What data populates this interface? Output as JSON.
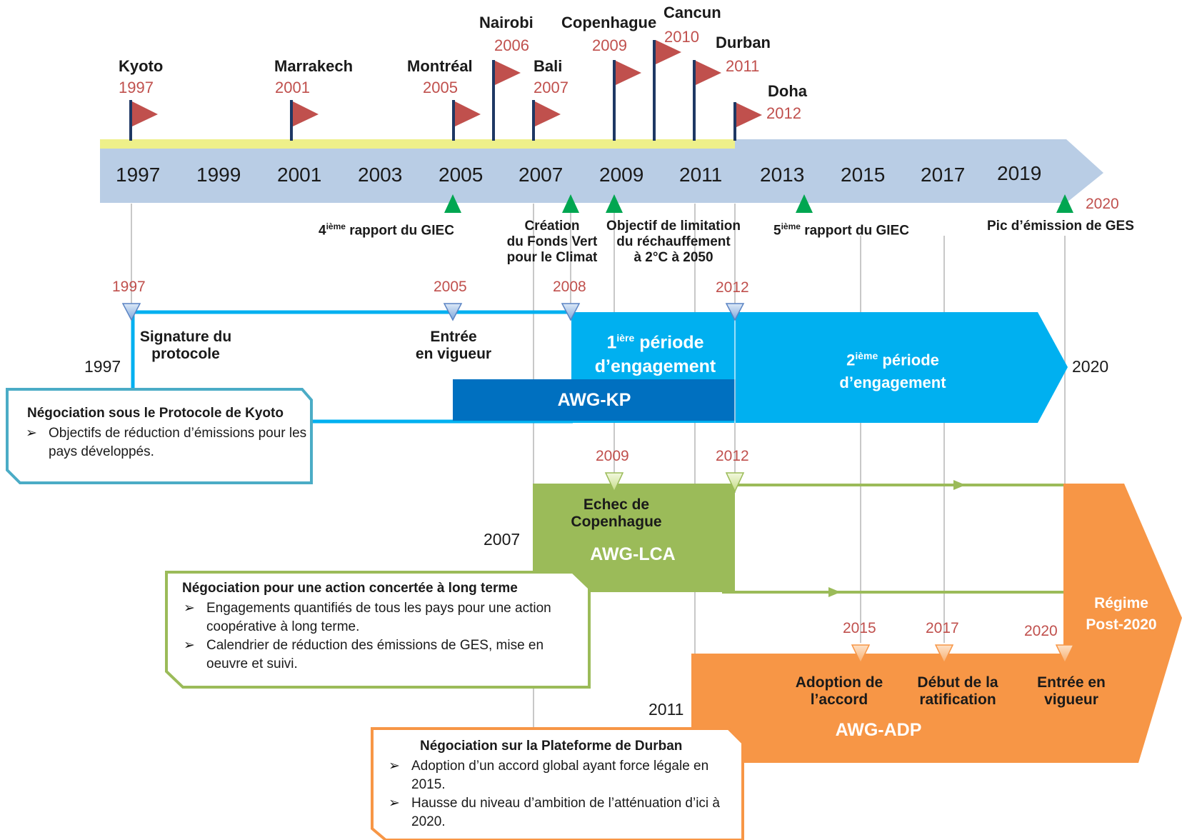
{
  "top_flags": [
    {
      "city": "Kyoto",
      "year": "1997"
    },
    {
      "city": "Marrakech",
      "year": "2001"
    },
    {
      "city": "Montréal",
      "year": "2005"
    },
    {
      "city": "Nairobi",
      "year": "2006"
    },
    {
      "city": "Bali",
      "year": "2007"
    },
    {
      "city": "Copenhague",
      "year": "2009"
    },
    {
      "city": "Cancun",
      "year": "2010"
    },
    {
      "city": "Durban",
      "year": "2011"
    },
    {
      "city": "Doha",
      "year": "2012"
    }
  ],
  "axis_years": [
    "1997",
    "1999",
    "2001",
    "2003",
    "2005",
    "2007",
    "2009",
    "2011",
    "2013",
    "2015",
    "2017",
    "2019"
  ],
  "events": {
    "giec4": {
      "prefix": "4",
      "sup": "ième",
      "rest": " rapport du GIEC"
    },
    "fonds_vert": [
      "Création",
      "du Fonds Vert",
      "pour le Climat"
    ],
    "objectif": [
      "Objectif de limitation",
      "du réchauffement",
      "à 2°C à 2050"
    ],
    "giec5": {
      "prefix": "5",
      "sup": "ième",
      "rest": " rapport du GIEC"
    },
    "pic": {
      "year": "2020",
      "label": "Pic d’émission de GES"
    }
  },
  "kyoto": {
    "marker_years": [
      "1997",
      "2005",
      "2008",
      "2012"
    ],
    "signature": [
      "Signature du",
      "protocole"
    ],
    "entree": [
      "Entrée",
      "en vigueur"
    ],
    "period1": {
      "prefix": "1",
      "sup": "ière",
      "line1_rest": " période",
      "line2": "d’engagement"
    },
    "period2": {
      "prefix": "2",
      "sup": "ième",
      "line1_rest": " période",
      "line2": "d’engagement"
    },
    "awg": "AWG-KP",
    "start_year": "1997",
    "end_year": "2020"
  },
  "kyoto_box": {
    "title": "Négociation sous le Protocole de Kyoto",
    "items": [
      "Objectifs de réduction d’émissions pour les pays développés."
    ]
  },
  "lca": {
    "marker_years": [
      "2009",
      "2012"
    ],
    "echec": [
      "Echec de",
      "Copenhague"
    ],
    "awg": "AWG-LCA",
    "start_year": "2007"
  },
  "lca_box": {
    "title": "Négociation pour une action concertée à long terme",
    "items": [
      "Engagements  quantifiés de tous les pays pour une action coopérative à long terme.",
      "Calendrier de réduction des émissions de GES, mise en oeuvre et suivi."
    ]
  },
  "adp": {
    "marker_years": [
      "2015",
      "2017",
      "2020"
    ],
    "adoption": [
      "Adoption de",
      "l’accord"
    ],
    "ratification": [
      "Début de la",
      "ratification"
    ],
    "entree": [
      "Entrée en",
      "vigueur"
    ],
    "awg": "AWG-ADP",
    "start_year": "2011",
    "regime": [
      "Régime",
      "Post-2020"
    ]
  },
  "adp_box": {
    "title": "Négociation sur la Plateforme de Durban",
    "items": [
      "Adoption d’un accord global ayant force légale en 2015.",
      "Hausse du niveau d’ambition de l’atténuation d’ici à 2020."
    ]
  },
  "bullet": "➢",
  "colors": {
    "timeline": "#b9cde5",
    "timeline_highlight": "#eef08a",
    "flag": "#c0504d",
    "pole": "#1f3864",
    "event_triangle": "#00a651",
    "kyoto_blue": "#00b0f0",
    "awg_kp": "#0070c0",
    "lca_green": "#9bbb59",
    "adp_orange": "#f79646",
    "box_kyoto_border": "#4bacc6",
    "box_lca_border": "#9bbb59",
    "box_adp_border": "#f79646",
    "year_red": "#c0504d"
  }
}
